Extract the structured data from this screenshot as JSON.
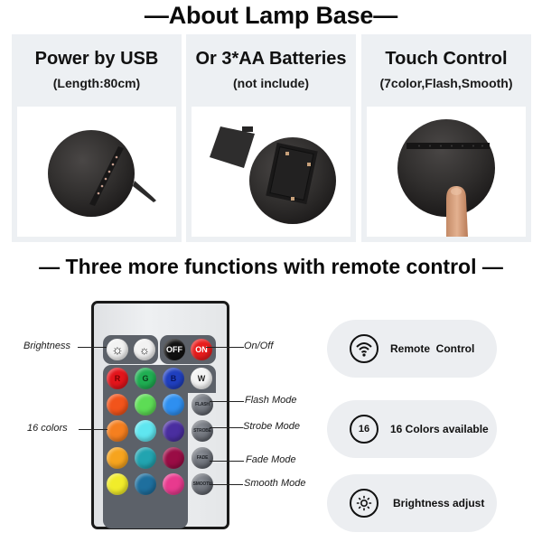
{
  "header": {
    "title": "—About Lamp Base—"
  },
  "panels": [
    {
      "title": "Power by USB",
      "subtitle": "(Length:80cm)",
      "image": "usb-powered-lamp-base"
    },
    {
      "title": "Or 3*AA Batteries",
      "subtitle": "(not  include)",
      "image": "battery-compartment-lamp-base"
    },
    {
      "title": "Touch Control",
      "subtitle": "(7color,Flash,Smooth)",
      "image": "touch-control-lamp-base"
    }
  ],
  "section2": {
    "title": "— Three more functions with remote control —"
  },
  "remote": {
    "top_row": [
      {
        "label": "",
        "icon": "brightness-up-icon",
        "color": "#f2f2f2"
      },
      {
        "label": "",
        "icon": "brightness-down-icon",
        "color": "#f2f2f2"
      },
      {
        "label": "OFF",
        "color": "#111111",
        "text_color": "#ffffff"
      },
      {
        "label": "ON",
        "color": "#e81c1c",
        "text_color": "#ffffff"
      }
    ],
    "color_rows": [
      [
        {
          "label": "R",
          "color": "#e3141b",
          "text_color": "#7a0000"
        },
        {
          "label": "G",
          "color": "#1fae52",
          "text_color": "#0b3d1a"
        },
        {
          "label": "B",
          "color": "#1f3fbf",
          "text_color": "#0a1660"
        },
        {
          "label": "W",
          "color": "#f4f4f4",
          "text_color": "#222222"
        }
      ],
      [
        {
          "label": "",
          "color": "#f2541b"
        },
        {
          "label": "",
          "color": "#5ddc55"
        },
        {
          "label": "",
          "color": "#2e8ff0"
        }
      ],
      [
        {
          "label": "",
          "color": "#f57f1f"
        },
        {
          "label": "",
          "color": "#5fe6f0"
        },
        {
          "label": "",
          "color": "#4a2ea0"
        }
      ],
      [
        {
          "label": "",
          "color": "#f6a41e"
        },
        {
          "label": "",
          "color": "#22a4b0"
        },
        {
          "label": "",
          "color": "#9a0c45"
        }
      ],
      [
        {
          "label": "",
          "color": "#f1ec2a"
        },
        {
          "label": "",
          "color": "#1e6f9e"
        },
        {
          "label": "",
          "color": "#e83a8e"
        }
      ]
    ],
    "side_buttons": [
      "FLASH",
      "STROBE",
      "FADE",
      "SMOOTH"
    ]
  },
  "callouts": {
    "left": [
      {
        "label": "Brightness"
      },
      {
        "label": "16 colors"
      }
    ],
    "right": [
      {
        "label": "On/Off"
      },
      {
        "label": "Flash Mode"
      },
      {
        "label": "Strobe Mode"
      },
      {
        "label": "Fade Mode"
      },
      {
        "label": "Smooth Mode"
      }
    ]
  },
  "features": [
    {
      "icon": "wifi-icon",
      "icon_text": "",
      "label": "Remote  Control"
    },
    {
      "icon": "number-16-icon",
      "icon_text": "16",
      "label": "16 Colors available"
    },
    {
      "icon": "brightness-icon",
      "icon_text": "",
      "label": "Brightness adjust"
    }
  ]
}
